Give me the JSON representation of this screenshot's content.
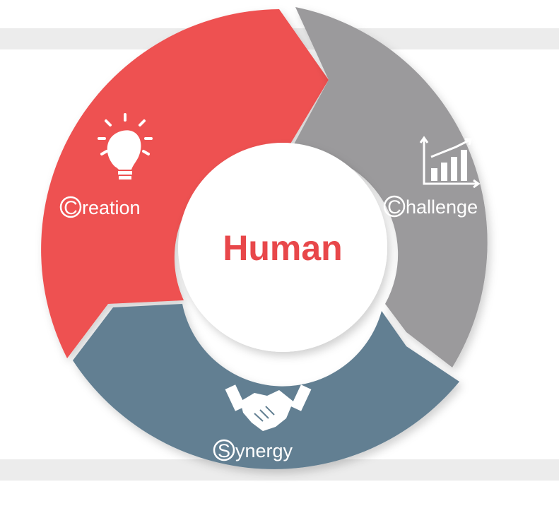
{
  "center": {
    "label": "Human",
    "color": "#e8474a"
  },
  "segments": [
    {
      "id": "creation",
      "initial": "C",
      "rest": "reation",
      "color": "#ee5151",
      "icon": "lightbulb-icon"
    },
    {
      "id": "challenge",
      "initial": "C",
      "rest": "hallenge",
      "color": "#9b9a9c",
      "icon": "bar-chart-growth-icon"
    },
    {
      "id": "synergy",
      "initial": "S",
      "rest": "ynergy",
      "color": "#627f92",
      "icon": "handshake-icon"
    }
  ],
  "colors": {
    "stripe": "#ececec",
    "center_fill": "#ffffff",
    "icon": "#ffffff"
  }
}
